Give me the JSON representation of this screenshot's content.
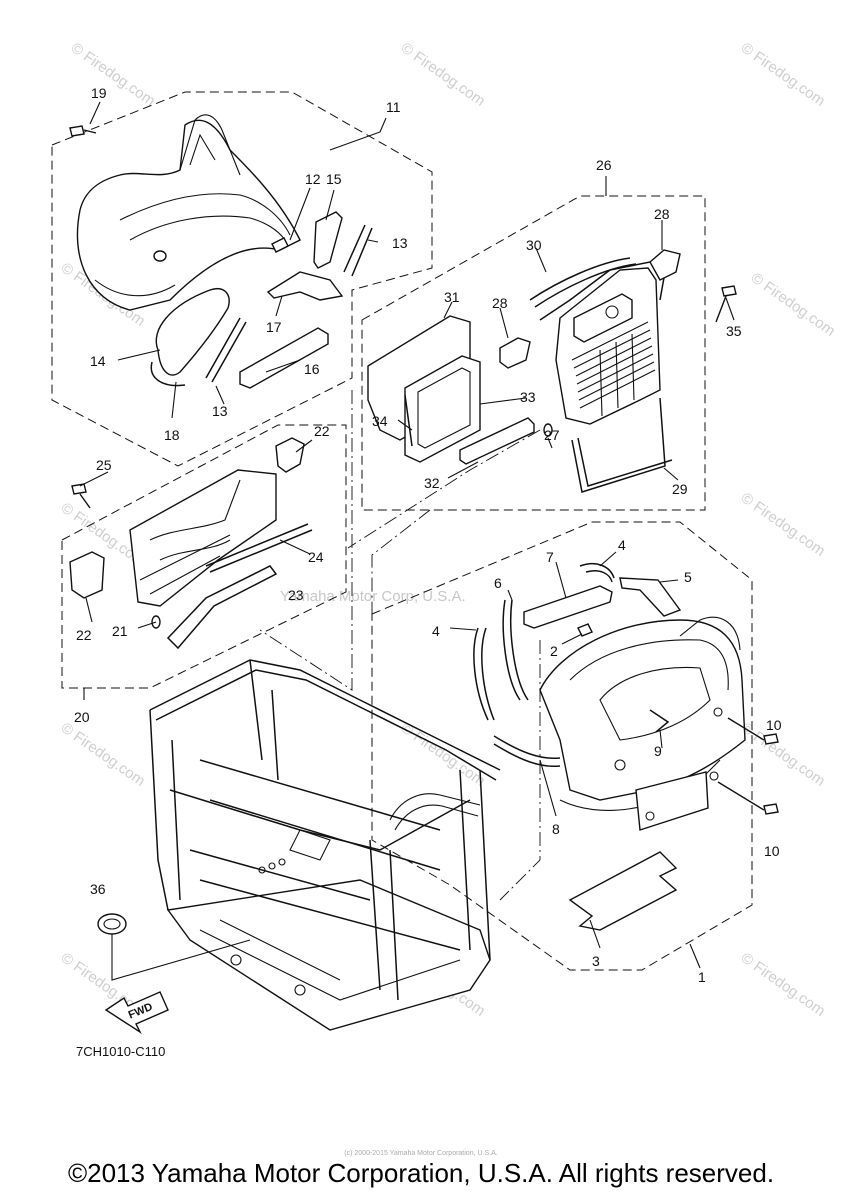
{
  "diagram": {
    "callouts": {
      "c1": "1",
      "c2": "2",
      "c3": "3",
      "c4a": "4",
      "c4b": "4",
      "c5": "5",
      "c6": "6",
      "c7": "7",
      "c8": "8",
      "c9": "9",
      "c10a": "10",
      "c10b": "10",
      "c11": "11",
      "c12": "12",
      "c13a": "13",
      "c13b": "13",
      "c14": "14",
      "c15": "15",
      "c16": "16",
      "c17": "17",
      "c18": "18",
      "c19": "19",
      "c20": "20",
      "c21": "21",
      "c22a": "22",
      "c22b": "22",
      "c23": "23",
      "c24": "24",
      "c25": "25",
      "c26": "26",
      "c27": "27",
      "c28a": "28",
      "c28b": "28",
      "c29": "29",
      "c30": "30",
      "c31": "31",
      "c32": "32",
      "c33": "33",
      "c34": "34",
      "c35": "35",
      "c36": "36"
    },
    "fwd_label": "FWD",
    "diagram_code": "7CH1010-C110",
    "watermarks": {
      "site": "© Firedog.com",
      "yamaha": "Yamaha Motor Corp, U.S.A."
    }
  },
  "footer": {
    "copyright": "©2013 Yamaha Motor Corporation, U.S.A. All rights reserved.",
    "fine_print": "(c) 2000-2015 Yamaha Motor Corporation, U.S.A."
  }
}
